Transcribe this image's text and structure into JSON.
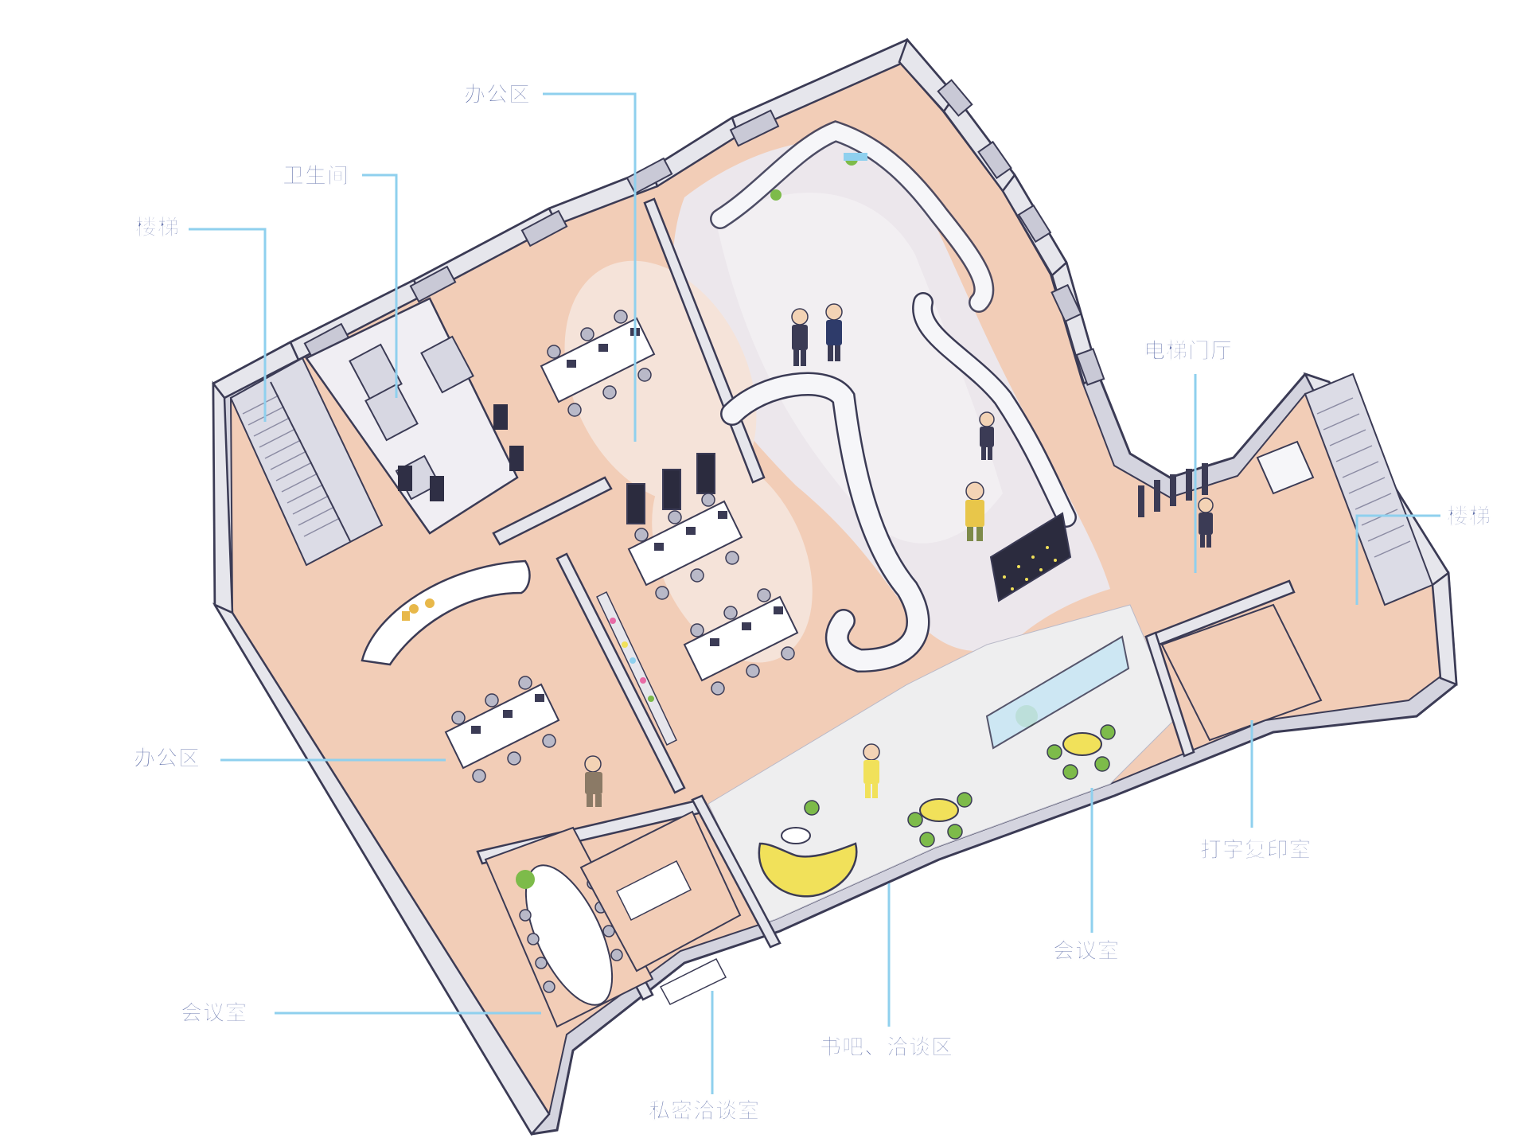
{
  "labels": {
    "office_top": "办公区",
    "restroom": "卫生间",
    "stairs_left": "楼梯",
    "elevator_hall": "电梯门厅",
    "stairs_right": "楼梯",
    "office_left": "办公区",
    "print_room": "打字复印室",
    "meeting_right": "会议室",
    "meeting_left": "会议室",
    "book_bar": "书吧、洽谈区",
    "private_room": "私密洽谈室"
  },
  "colors": {
    "callout_line": "#8fd0ee",
    "label_text": "#5a6aa6",
    "floor_office": "#f2cdb7",
    "floor_lobby": "#ece7ec",
    "floor_lounge": "#eeeeef",
    "wall_top": "#e6e6ec",
    "wall_side": "#c9c9d6",
    "wall_outline": "#3b3b55",
    "accent_yellow": "#f1e15a",
    "accent_green": "#7dbb4a"
  }
}
